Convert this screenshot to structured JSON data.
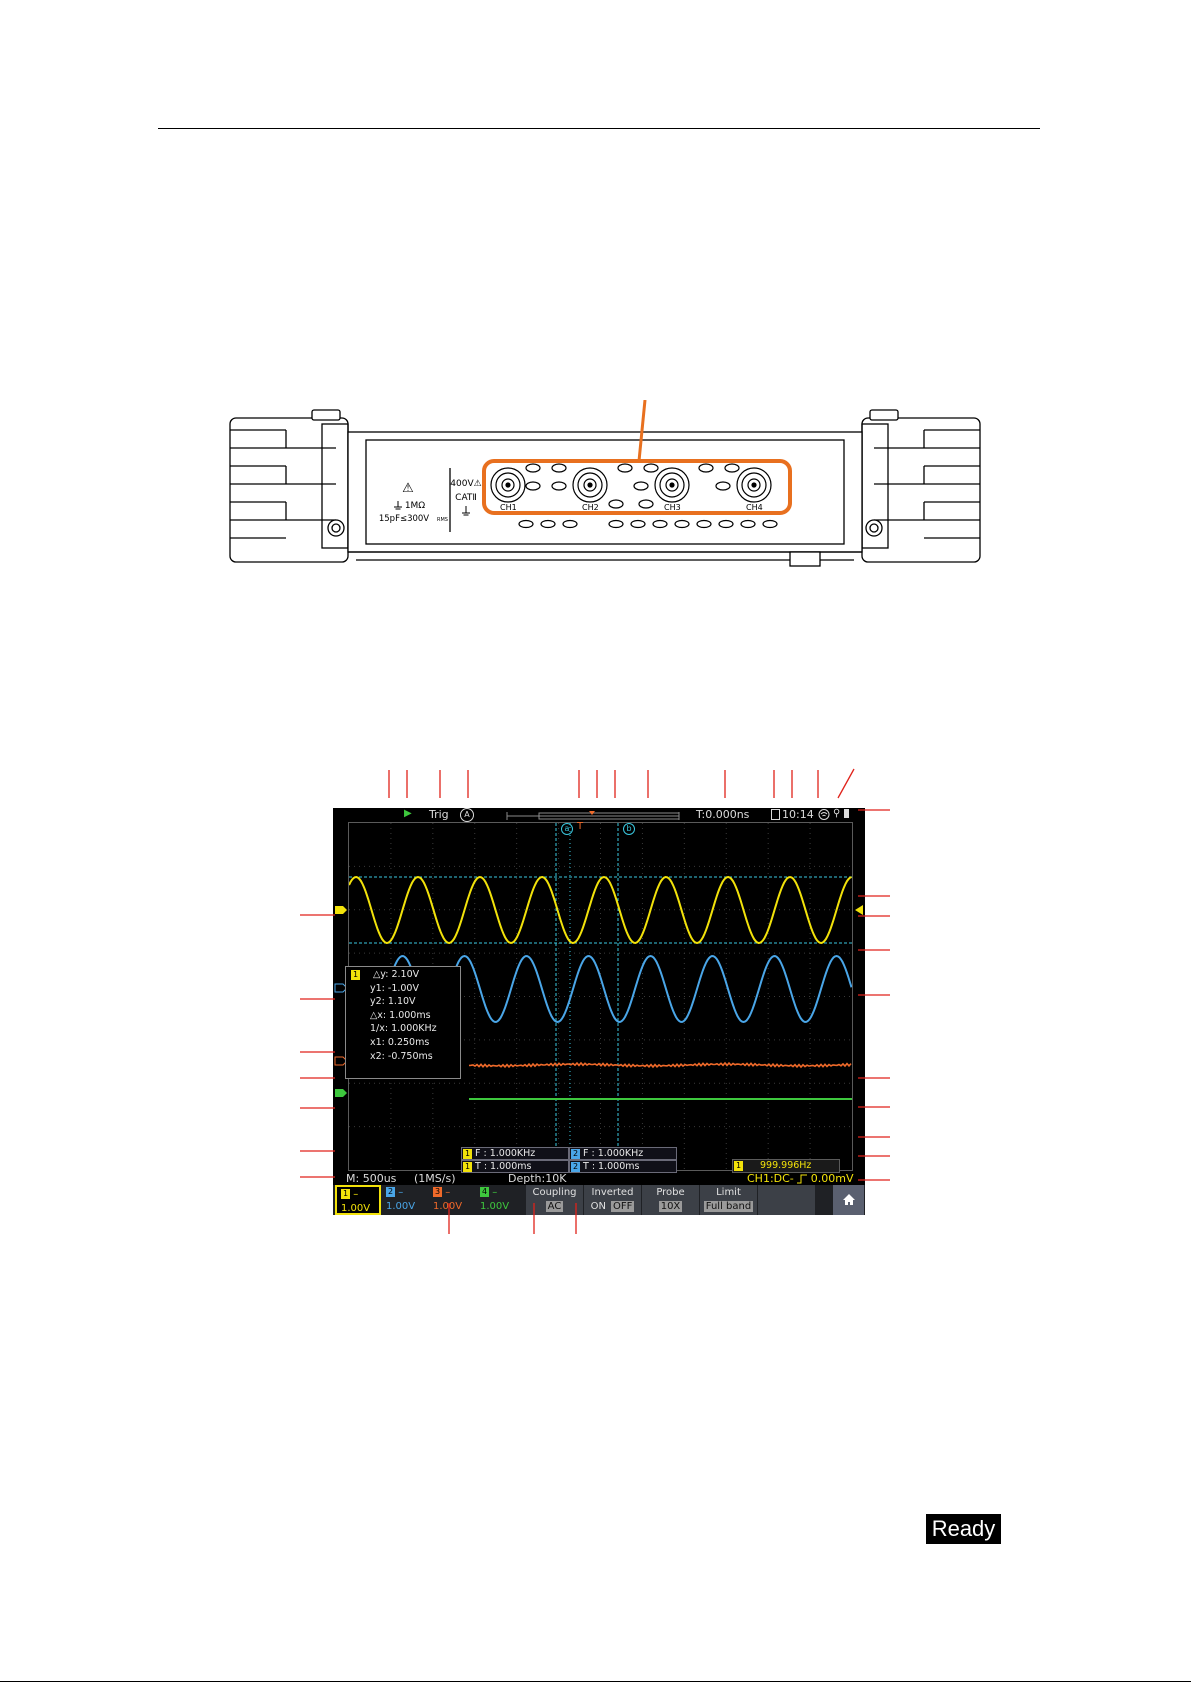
{
  "device": {
    "warning_symbol": "⚠",
    "impedance": "1MΩ",
    "input_spec": "15pF≤300V",
    "input_spec_suffix": "RMS",
    "voltage_rating": "400V⚠",
    "category": "CATⅡ",
    "channels": [
      "CH1",
      "CH2",
      "CH3",
      "CH4"
    ],
    "highlight_color": "#e8701f"
  },
  "scope": {
    "status": {
      "run_icon": "play-icon",
      "trig_label": "Trig",
      "auto_mode": "A",
      "trigger_time": "T:0.000ns",
      "clock": "10:14",
      "icons": [
        "usb-icon",
        "wifi-icon",
        "battery-icon"
      ]
    },
    "cursor_labels": [
      "a",
      "b"
    ],
    "cursor_measure": {
      "channel": "1",
      "lines": [
        "△y: 2.10V",
        "y1: -1.00V",
        "y2: 1.10V",
        "△x: 1.000ms",
        "1/x: 1.000KHz",
        "x1: 0.250ms",
        "x2: -0.750ms"
      ]
    },
    "freq_boxes": [
      {
        "ch": "1",
        "text": "F : 1.000KHz"
      },
      {
        "ch": "2",
        "text": "F : 1.000KHz"
      },
      {
        "ch": "1",
        "text": "T : 1.000ms"
      },
      {
        "ch": "2",
        "text": "T : 1.000ms"
      }
    ],
    "frequency_counter": {
      "ch": "1",
      "value": "999.996Hz"
    },
    "bottom_bar": {
      "timebase": "M: 500us",
      "sample_rate": "(1MS/s)",
      "depth": "Depth:10K",
      "trigger_info": "CH1:DC-",
      "trigger_icon": "rising-edge-icon",
      "trigger_level": "0.00mV"
    },
    "menu": {
      "channels": [
        {
          "num": "1",
          "dash": "–",
          "volts": "1.00V",
          "color": "#f2e20a"
        },
        {
          "num": "2",
          "dash": "–",
          "volts": "1.00V",
          "color": "#4aa6e8"
        },
        {
          "num": "3",
          "dash": "–",
          "volts": "1.00V",
          "color": "#f06a2a"
        },
        {
          "num": "4",
          "dash": "–",
          "volts": "1.00V",
          "color": "#3ec83e"
        }
      ],
      "coupling": {
        "label": "Coupling",
        "value": "AC"
      },
      "inverted": {
        "label": "Inverted",
        "on": "ON",
        "off": "OFF"
      },
      "probe": {
        "label": "Probe",
        "value": "10X"
      },
      "limit": {
        "label": "Limit",
        "value": "Full band"
      },
      "home_icon": "home-icon"
    },
    "colors": {
      "ch1": "#f2e20a",
      "ch2": "#4aa6e8",
      "ch3": "#f06a2a",
      "ch4": "#3ec83e",
      "cursor": "#3ac8e0",
      "callout": "#e0221a"
    }
  },
  "status_indicator": "Ready"
}
